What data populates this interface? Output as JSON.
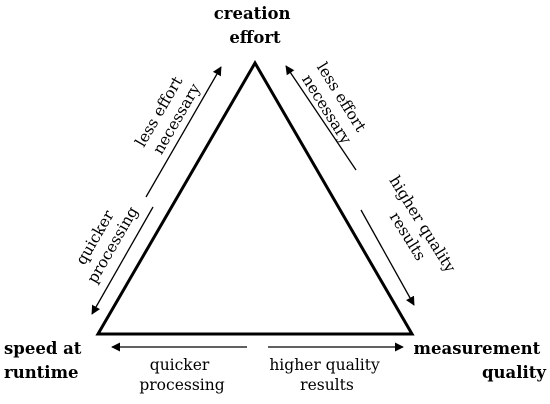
{
  "vertices": {
    "top": {
      "lines": [
        "creation",
        "effort"
      ]
    },
    "bottom_left": {
      "lines": [
        "speed at",
        "runtime"
      ]
    },
    "bottom_right": {
      "lines": [
        "measurement",
        "quality"
      ]
    }
  },
  "edge_labels": {
    "left_upper": {
      "lines": [
        "less effort",
        "necessary"
      ]
    },
    "left_lower": {
      "lines": [
        "quicker",
        "processing"
      ]
    },
    "right_upper": {
      "lines": [
        "less effort",
        "necessary"
      ]
    },
    "right_lower": {
      "lines": [
        "higher quality",
        "results"
      ]
    },
    "bottom_left": {
      "lines": [
        "quicker",
        "processing"
      ]
    },
    "bottom_right": {
      "lines": [
        "higher quality",
        "results"
      ]
    }
  }
}
